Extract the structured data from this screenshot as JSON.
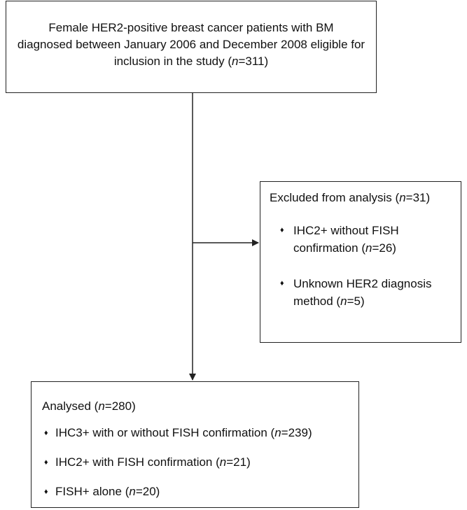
{
  "top_box": {
    "lines": [
      "Female HER2-positive breast cancer patients with BM",
      "diagnosed between January 2006 and December 2008 eligible for"
    ],
    "last_line_prefix": "inclusion in the study (",
    "n_label": "n",
    "n_value": "=311)"
  },
  "excluded": {
    "title_prefix": "Excluded from analysis (",
    "n_label": "n",
    "n_value": "=31)",
    "bullet": "♦",
    "items": [
      {
        "line1": "IHC2+ without FISH",
        "line2_prefix": "confirmation (",
        "n_label": "n",
        "n_value": "=26)"
      },
      {
        "line1": "Unknown HER2 diagnosis",
        "line2_prefix": "method (",
        "n_label": "n",
        "n_value": "=5)"
      }
    ]
  },
  "analysed": {
    "title_prefix": "Analysed (",
    "n_label": "n",
    "n_value": "=280)",
    "bullet": "♦",
    "items": [
      {
        "prefix": "IHC3+ with or without FISH confirmation (",
        "n_label": "n",
        "n_value": "=239)"
      },
      {
        "prefix": "IHC2+ with FISH confirmation (",
        "n_label": "n",
        "n_value": "=21)"
      },
      {
        "prefix": "FISH+ alone (",
        "n_label": "n",
        "n_value": "=20)"
      }
    ]
  }
}
